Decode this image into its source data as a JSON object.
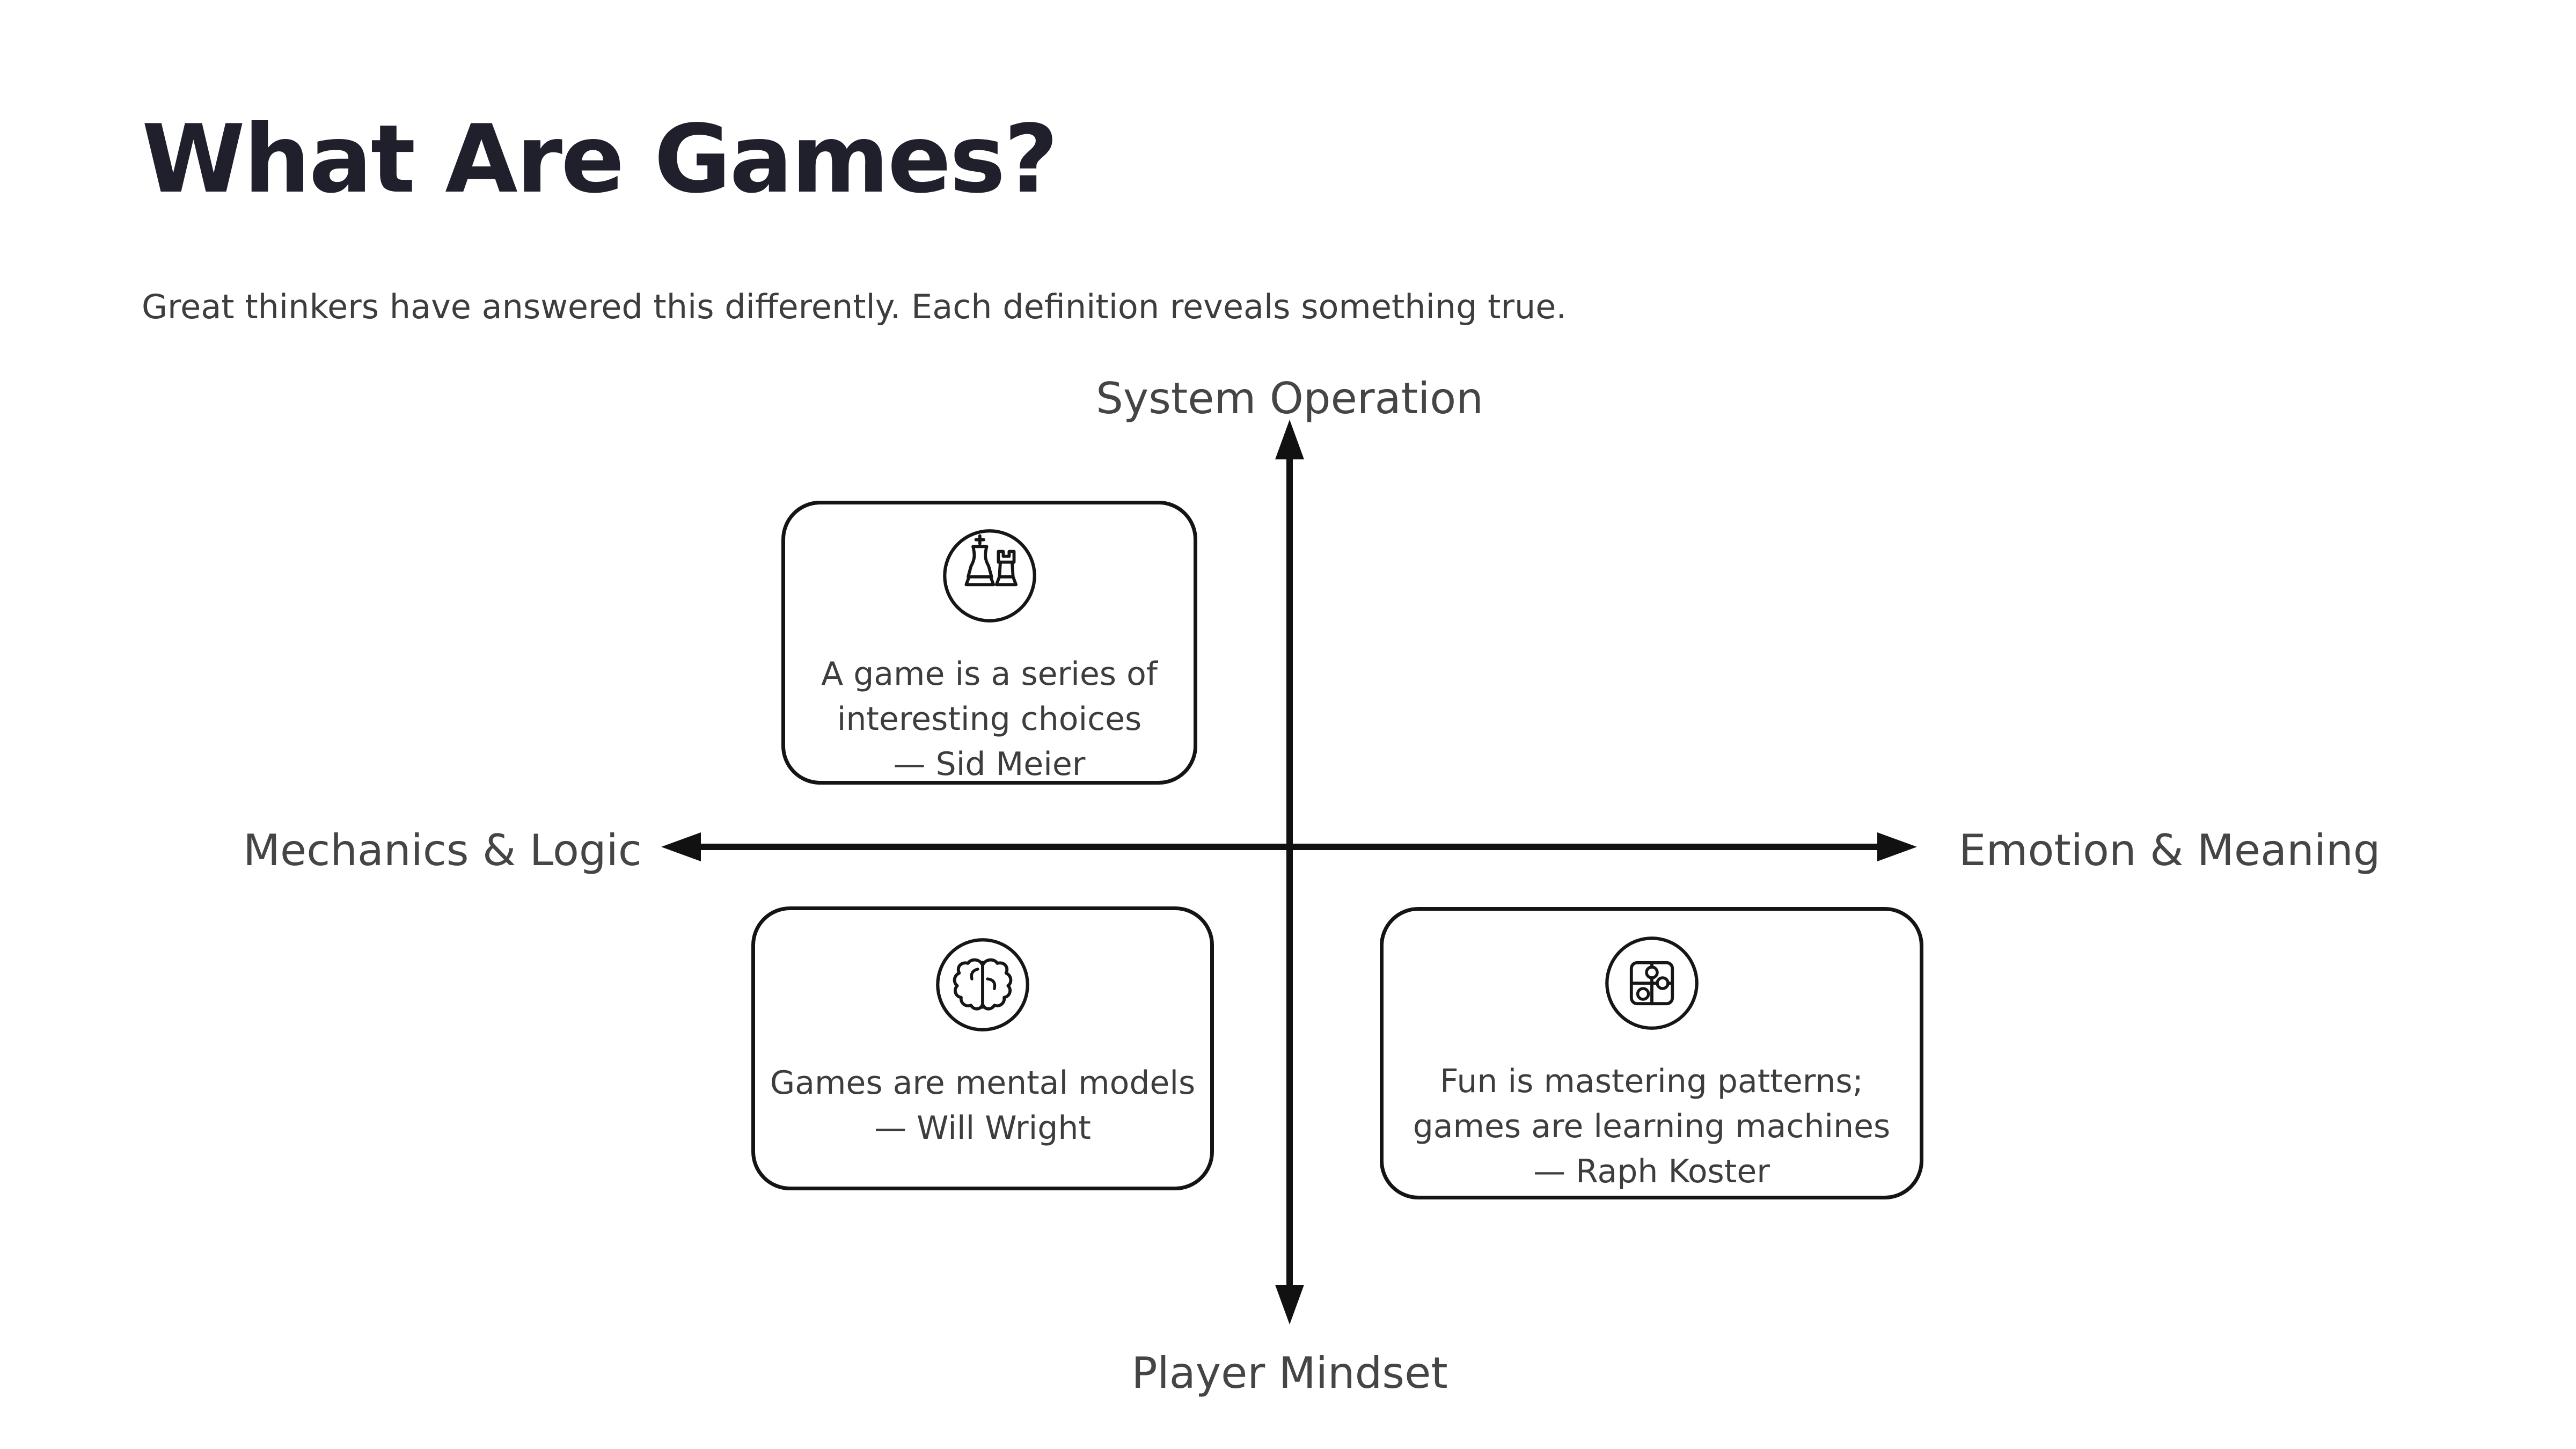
{
  "slide": {
    "title": "What Are Games?",
    "subtitle": "Great thinkers have answered this differently. Each definition reveals something true."
  },
  "quadrant": {
    "axis_top_label": "System Operation",
    "axis_bottom_label": "Player Mindset",
    "axis_left_label": "Mechanics & Logic",
    "axis_right_label": "Emotion & Meaning"
  },
  "cards": [
    {
      "icon": "chess-pieces-icon",
      "lines": [
        "A game is a series of",
        "interesting choices"
      ],
      "attribution": "— Sid Meier"
    },
    {
      "icon": "brain-icon",
      "lines": [
        "Games are mental models"
      ],
      "attribution": "— Will Wright"
    },
    {
      "icon": "puzzle-piece-icon",
      "lines": [
        "Fun is mastering patterns;",
        "games are learning machines"
      ],
      "attribution": "— Raph Koster"
    }
  ],
  "colors": {
    "background": "#ffffff",
    "title_text": "#20202c",
    "body_text": "#3d3d3d",
    "axis_label_text": "#454545",
    "line_ink": "#111111"
  }
}
